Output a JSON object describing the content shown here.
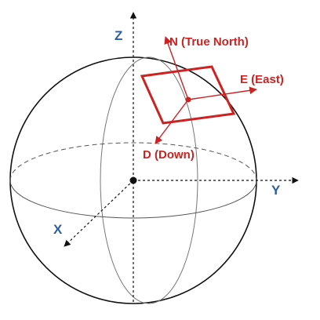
{
  "diagram": {
    "axes": {
      "z_label": "Z",
      "y_label": "Y",
      "x_label": "X"
    },
    "ned_frame": {
      "north_label": "N (True North)",
      "east_label": "E (East)",
      "down_label": "D (Down)"
    },
    "colors": {
      "axis_label": "#2f5f9e",
      "ned": "#cc2222",
      "outline": "#111111",
      "meridian": "#777777"
    }
  }
}
